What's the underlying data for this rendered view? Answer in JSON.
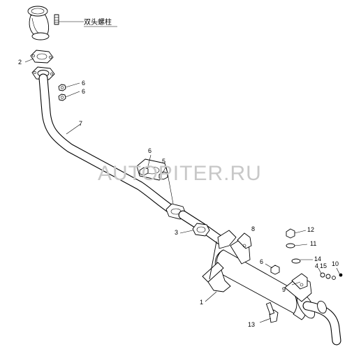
{
  "diagram": {
    "callout_text": "双头螺柱",
    "watermark": "AUTOPITER.RU",
    "labels": {
      "c1": "1",
      "c2": "2",
      "c3": "3",
      "c4": "4",
      "c5": "5",
      "c6a": "6",
      "c6b": "6",
      "c6c": "6",
      "c6d": "6",
      "c7": "7",
      "c8": "8",
      "c9": "9",
      "c10": "10",
      "c11": "11",
      "c12": "12",
      "c13": "13",
      "c14": "14",
      "c15": "15"
    }
  }
}
